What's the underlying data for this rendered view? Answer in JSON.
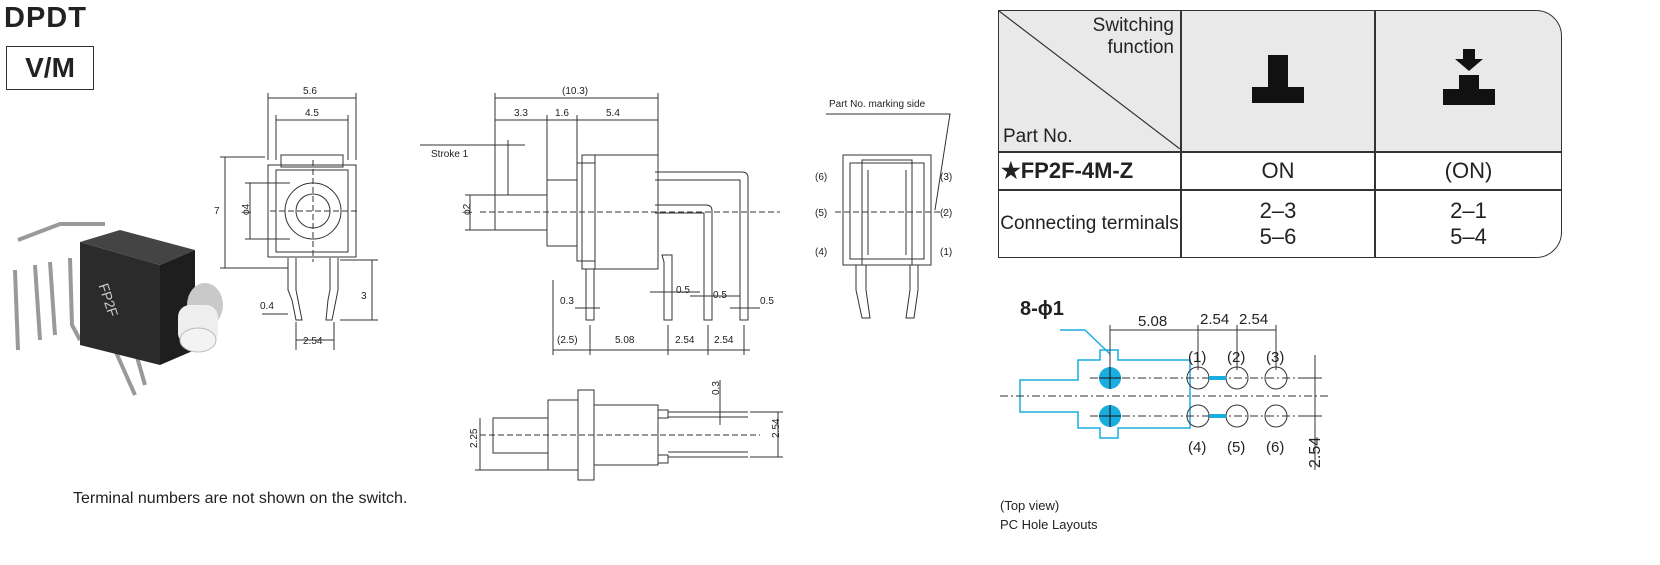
{
  "header": {
    "title": "DPDT",
    "badge": "V/M"
  },
  "note": "Terminal numbers are not shown on the switch.",
  "dimensions": {
    "front_view": {
      "width_outer": "5.6",
      "width_inner": "4.5",
      "height": "7",
      "hole_dia": "ϕ4",
      "terminal_width": "0.4",
      "terminal_len": "3",
      "pitch": "2.54"
    },
    "side_view": {
      "overall": "(10.3)",
      "d1": "3.3",
      "d2": "1.6",
      "d3": "5.4",
      "plunger_dia": "ϕ2",
      "stroke": "Stroke 1",
      "t1": "0.3",
      "t2": "0.5",
      "t3": "0.5",
      "t4": "0.5",
      "b1": "(2.5)",
      "b2": "5.08",
      "b3": "2.54",
      "b4": "2.54"
    },
    "rear_view": {
      "marking": "Part No. marking side",
      "left_terminals": [
        "(6)",
        "(5)",
        "(4)"
      ],
      "right_terminals": [
        "(3)",
        "(2)",
        "(1)"
      ]
    },
    "bottom_view": {
      "thickness": "0.3",
      "offset": "2.25",
      "pitch": "2.54"
    }
  },
  "spec_table": {
    "header_switching": "Switching function",
    "header_partno": "Part No.",
    "part_number": "★FP2F-4M-Z",
    "state_off": "ON",
    "state_on": "(ON)",
    "connecting_label": "Connecting terminals",
    "terminals_off": [
      "2–3",
      "5–6"
    ],
    "terminals_on": [
      "2–1",
      "5–4"
    ]
  },
  "pcb": {
    "holes_label": "8-ϕ1",
    "dim_main": "5.08",
    "dim_pitch1": "2.54",
    "dim_pitch2": "2.54",
    "dim_vert": "2.54",
    "top_numbers": [
      "(1)",
      "(2)",
      "(3)"
    ],
    "bottom_numbers": [
      "(4)",
      "(5)",
      "(6)"
    ],
    "accent_color": "#1aaee0",
    "caption_view": "(Top view)",
    "caption_title": "PC Hole Layouts"
  },
  "photo_text": "FP2F"
}
